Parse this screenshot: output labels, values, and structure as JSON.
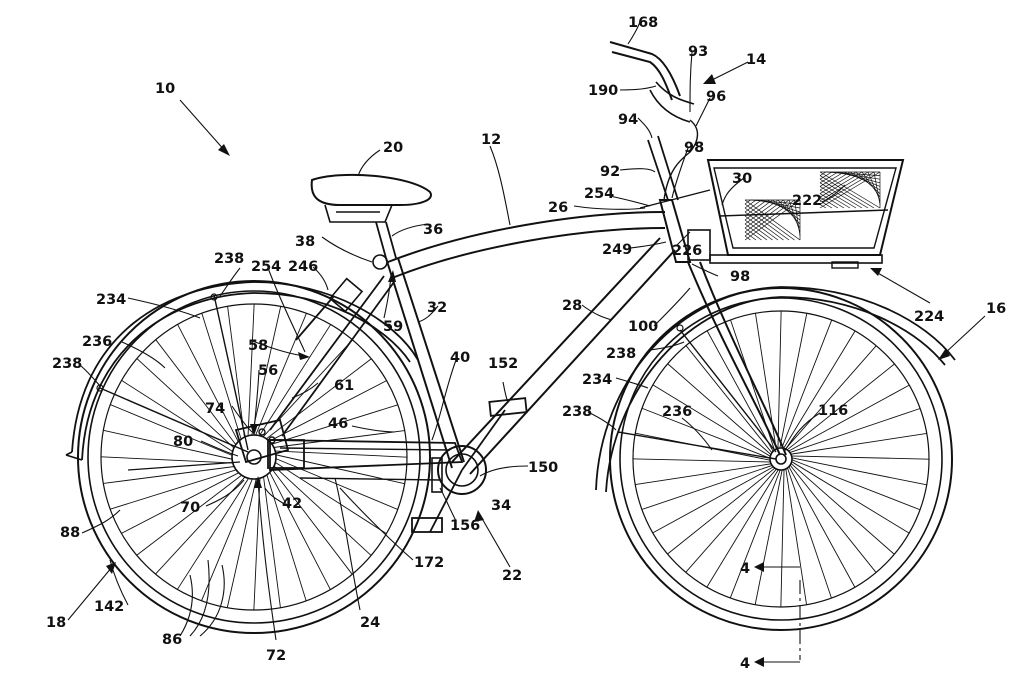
{
  "figure": {
    "callouts": [
      {
        "id": "c10",
        "label": "10"
      },
      {
        "id": "c12",
        "label": "12"
      },
      {
        "id": "c14",
        "label": "14"
      },
      {
        "id": "c16",
        "label": "16"
      },
      {
        "id": "c18",
        "label": "18"
      },
      {
        "id": "c20",
        "label": "20"
      },
      {
        "id": "c22",
        "label": "22"
      },
      {
        "id": "c24",
        "label": "24"
      },
      {
        "id": "c26",
        "label": "26"
      },
      {
        "id": "c28",
        "label": "28"
      },
      {
        "id": "c30",
        "label": "30"
      },
      {
        "id": "c32",
        "label": "32"
      },
      {
        "id": "c34",
        "label": "34"
      },
      {
        "id": "c36",
        "label": "36"
      },
      {
        "id": "c38",
        "label": "38"
      },
      {
        "id": "c40",
        "label": "40"
      },
      {
        "id": "c42",
        "label": "42"
      },
      {
        "id": "c46",
        "label": "46"
      },
      {
        "id": "c56",
        "label": "56"
      },
      {
        "id": "c58",
        "label": "58"
      },
      {
        "id": "c59",
        "label": "59"
      },
      {
        "id": "c61",
        "label": "61"
      },
      {
        "id": "c70",
        "label": "70"
      },
      {
        "id": "c72",
        "label": "72"
      },
      {
        "id": "c74",
        "label": "74"
      },
      {
        "id": "c80",
        "label": "80"
      },
      {
        "id": "c86",
        "label": "86"
      },
      {
        "id": "c88",
        "label": "88"
      },
      {
        "id": "c92",
        "label": "92"
      },
      {
        "id": "c93",
        "label": "93"
      },
      {
        "id": "c94",
        "label": "94"
      },
      {
        "id": "c96",
        "label": "96"
      },
      {
        "id": "c98a",
        "label": "98"
      },
      {
        "id": "c98b",
        "label": "98"
      },
      {
        "id": "c100",
        "label": "100"
      },
      {
        "id": "c116",
        "label": "116"
      },
      {
        "id": "c142",
        "label": "142"
      },
      {
        "id": "c150",
        "label": "150"
      },
      {
        "id": "c152",
        "label": "152"
      },
      {
        "id": "c156",
        "label": "156"
      },
      {
        "id": "c168",
        "label": "168"
      },
      {
        "id": "c172",
        "label": "172"
      },
      {
        "id": "c190",
        "label": "190"
      },
      {
        "id": "c222",
        "label": "222"
      },
      {
        "id": "c224",
        "label": "224"
      },
      {
        "id": "c226",
        "label": "226"
      },
      {
        "id": "c234a",
        "label": "234"
      },
      {
        "id": "c234b",
        "label": "234"
      },
      {
        "id": "c236a",
        "label": "236"
      },
      {
        "id": "c236b",
        "label": "236"
      },
      {
        "id": "c238a",
        "label": "238"
      },
      {
        "id": "c238b",
        "label": "238"
      },
      {
        "id": "c238c",
        "label": "238"
      },
      {
        "id": "c238d",
        "label": "238"
      },
      {
        "id": "c246",
        "label": "246"
      },
      {
        "id": "c249",
        "label": "249"
      },
      {
        "id": "c254a",
        "label": "254"
      },
      {
        "id": "c254b",
        "label": "254"
      }
    ],
    "section_marks": [
      {
        "id": "s4a",
        "label": "4"
      },
      {
        "id": "s4b",
        "label": "4"
      }
    ]
  }
}
